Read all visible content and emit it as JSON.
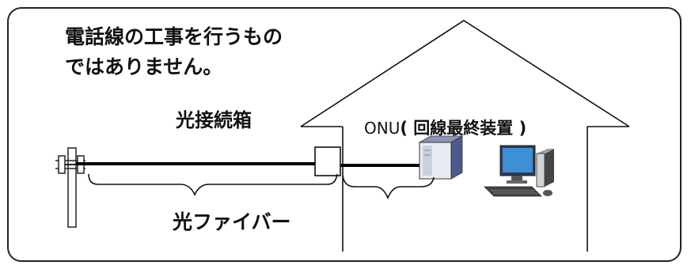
{
  "notice": {
    "line1": "電話線の工事を行うもの",
    "line2": "ではありません。"
  },
  "labels": {
    "optical_box": "光接続箱",
    "onu_code": "ONU",
    "onu_desc": "( 回線最終装置 )",
    "fiber": "光ファイバー"
  },
  "colors": {
    "line": "#111111",
    "cable": "#000000",
    "onu_screen": "#4a5a8a",
    "pc_screen": "#3d8fd6"
  },
  "icons": [
    "utility-pole-icon",
    "house-outline-icon",
    "optical-box-icon",
    "onu-device-icon",
    "desktop-pc-icon"
  ]
}
